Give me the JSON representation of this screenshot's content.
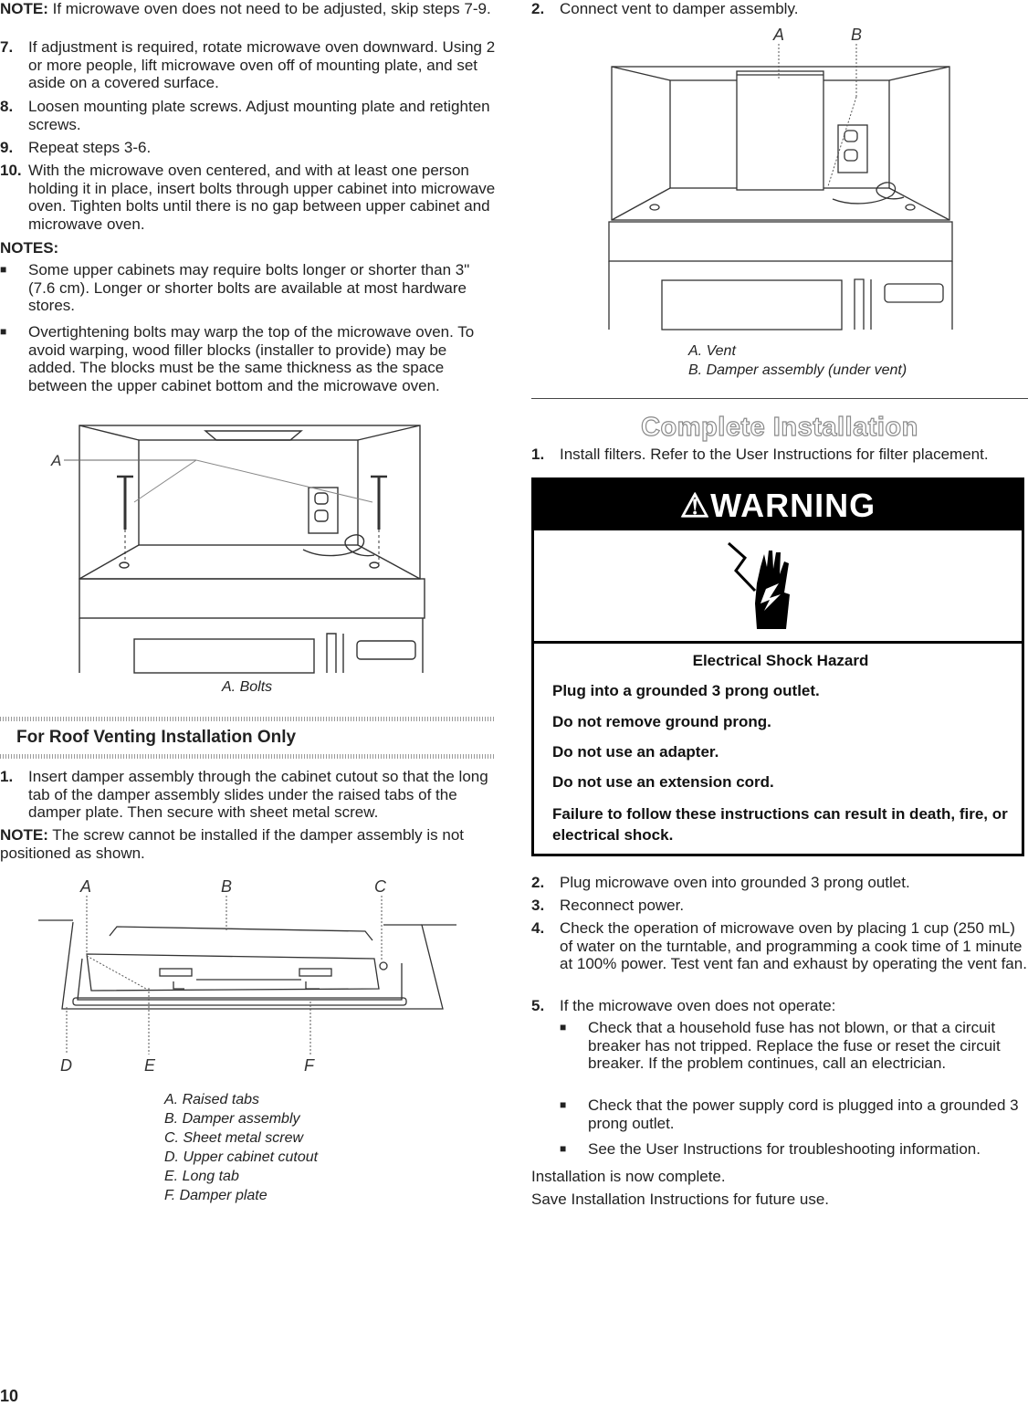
{
  "left": {
    "note_label": "NOTE:",
    "note_text": " If microwave oven does not need to be adjusted, skip steps 7-9.",
    "steps": [
      {
        "num": "7.",
        "text": "If adjustment is required, rotate microwave oven downward. Using 2 or more people, lift microwave oven off of mounting plate, and set aside on a covered surface."
      },
      {
        "num": "8.",
        "text": "Loosen mounting plate screws. Adjust mounting plate and retighten screws."
      },
      {
        "num": "9.",
        "text": "Repeat steps 3-6."
      },
      {
        "num": "10.",
        "text": "With the microwave oven centered, and with at least one person holding it in place, insert bolts through upper cabinet into microwave oven. Tighten bolts until there is no gap between upper cabinet and microwave oven."
      }
    ],
    "notes_heading": "NOTES:",
    "notes": [
      "Some upper cabinets may require bolts longer or shorter than 3\" (7.6 cm). Longer or shorter bolts are available at most hardware stores.",
      "Overtightening bolts may warp the top of the microwave oven. To avoid warping, wood filler blocks (installer to provide) may be added. The blocks must be the same thickness as the space between the upper cabinet bottom and the microwave oven."
    ],
    "fig1": {
      "label_a": "A",
      "caption": "A. Bolts"
    },
    "roof_title": "For Roof Venting Installation Only",
    "roof_step": {
      "num": "1.",
      "text": "Insert damper assembly through the cabinet cutout so that the long tab of the damper assembly slides under the raised tabs of the damper plate. Then secure with sheet metal screw."
    },
    "roof_note_label": "NOTE:",
    "roof_note_text": " The screw cannot be installed if the damper assembly is not positioned as shown.",
    "fig2": {
      "labels": [
        "A",
        "B",
        "C",
        "D",
        "E",
        "F"
      ],
      "captions": [
        "A. Raised tabs",
        "B. Damper assembly",
        "C. Sheet metal screw",
        "D. Upper cabinet cutout",
        "E. Long tab",
        "F. Damper plate"
      ]
    },
    "page_number": "10"
  },
  "right": {
    "step2": {
      "num": "2.",
      "text": "Connect vent to damper assembly."
    },
    "fig3": {
      "labels": [
        "A",
        "B"
      ],
      "captions": [
        "A. Vent",
        "B. Damper assembly (under vent)"
      ]
    },
    "section_title": "Complete Installation",
    "step1": {
      "num": "1.",
      "text": "Install filters. Refer to the User Instructions for filter placement."
    },
    "warning": {
      "header": "⚠WARNING",
      "hazard": "Electrical Shock Hazard",
      "lines": [
        "Plug into a grounded 3 prong outlet.",
        "Do not remove ground prong.",
        "Do not use an adapter.",
        "Do not use an extension cord.",
        "Failure to follow these instructions can result in death, fire, or electrical shock."
      ]
    },
    "steps": [
      {
        "num": "2.",
        "text": "Plug microwave oven into grounded 3 prong outlet."
      },
      {
        "num": "3.",
        "text": "Reconnect power."
      },
      {
        "num": "4.",
        "text": "Check the operation of microwave oven by placing 1 cup (250 mL) of water on the turntable, and programming a cook time of 1 minute at 100% power. Test vent fan and exhaust by operating the vent fan."
      },
      {
        "num": "5.",
        "text": "If the microwave oven does not operate:"
      }
    ],
    "bullets": [
      "Check that a household fuse has not blown, or that a circuit breaker has not tripped. Replace the fuse or reset the circuit breaker. If the problem continues, call an electrician.",
      "Check that the power supply cord is plugged into a grounded 3 prong outlet.",
      "See the User Instructions for troubleshooting information."
    ],
    "closing": [
      "Installation is now complete.",
      "Save Installation Instructions for future use."
    ]
  }
}
